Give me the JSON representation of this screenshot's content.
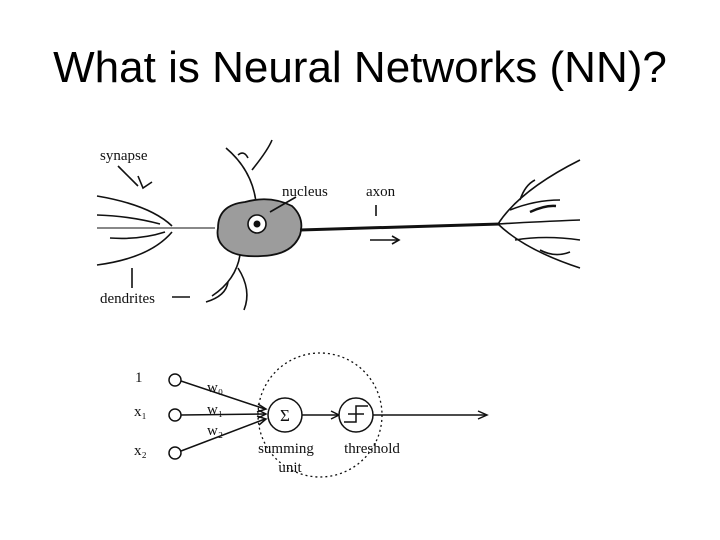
{
  "slide": {
    "title": "What is Neural Networks (NN)?"
  },
  "neuron": {
    "labels": {
      "synapse": "synapse",
      "nucleus": "nucleus",
      "axon": "axon",
      "dendrites": "dendrites"
    }
  },
  "perceptron": {
    "inputs": [
      "1",
      "x₁",
      "x₂"
    ],
    "weights": [
      "w₀",
      "w₁",
      "w₂"
    ],
    "summing_symbol": "Σ",
    "summing_label": [
      "summing",
      "unit"
    ],
    "threshold_label": "threshold"
  }
}
